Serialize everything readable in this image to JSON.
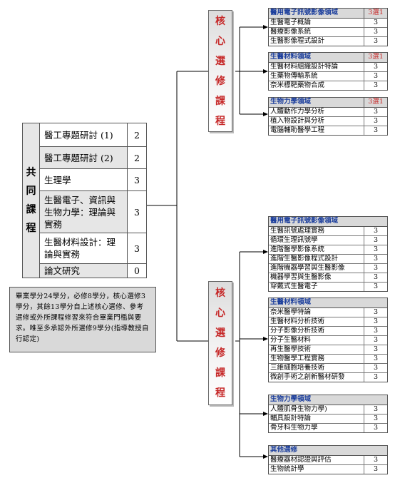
{
  "common": {
    "category": [
      "共",
      "同",
      "課",
      "程"
    ],
    "rows": [
      {
        "name": "醫工專題研討 (1)",
        "credits": "2"
      },
      {
        "name": "醫工專題研討 (2)",
        "credits": "2"
      },
      {
        "name": "生理學",
        "credits": "3"
      },
      {
        "name": "生醫電子、資訊與生物力學：理論與實務",
        "credits": "3"
      },
      {
        "name": "生醫材料設計：理論與實務",
        "credits": "3"
      },
      {
        "name": "論文研究",
        "credits": "0"
      }
    ]
  },
  "note": "畢業學分24學分，必修8學分，核心選修3學分，其餘13學分自上述核心選修、參考選修或外所課程修習來符合畢業門檻與要求。唯至多承認外所選修9學分(指導教授自行認定)",
  "core": {
    "label": [
      "核",
      "心",
      "選",
      "修",
      "課",
      "程"
    ],
    "groups": [
      {
        "title": "醫用電子訊號影像領域",
        "select": "3選1",
        "courses": [
          {
            "name": "生醫電子概論",
            "credits": "3"
          },
          {
            "name": "醫療影像系統",
            "credits": "3"
          },
          {
            "name": "生醫影像程式設計",
            "credits": "3"
          }
        ]
      },
      {
        "title": "生醫材料領域",
        "select": "3選1",
        "courses": [
          {
            "name": "生醫材料組織設計特論",
            "credits": "3"
          },
          {
            "name": "生藥物傳輸系統",
            "credits": "3"
          },
          {
            "name": "奈米標靶藥物合成",
            "credits": "3"
          }
        ]
      },
      {
        "title": "生物力學領域",
        "select": "3選1",
        "courses": [
          {
            "name": "人體動作力學分析",
            "credits": "3"
          },
          {
            "name": "植入物設計與分析",
            "credits": "3"
          },
          {
            "name": "電腦輔助醫學工程",
            "credits": "3"
          }
        ]
      }
    ]
  },
  "reference": {
    "label": [
      "核",
      "心",
      "選",
      "修",
      "課",
      "程"
    ],
    "groups": [
      {
        "title": "醫用電子訊號影像領域",
        "courses": [
          {
            "name": "生醫訊號處理實務",
            "credits": "3"
          },
          {
            "name": "循環生理訊號學",
            "credits": "3"
          },
          {
            "name": "進階醫學影像系統",
            "credits": "3"
          },
          {
            "name": "進階生醫影像程式設計",
            "credits": "3"
          },
          {
            "name": "進階機器學習與生醫影像",
            "credits": "3"
          },
          {
            "name": "機器學習與生醫影像",
            "credits": "3"
          },
          {
            "name": "穿戴式生醫電子",
            "credits": "3"
          }
        ]
      },
      {
        "title": "生醫材料領域",
        "courses": [
          {
            "name": "奈米醫學特論",
            "credits": "3"
          },
          {
            "name": "生醫材料分析技術",
            "credits": "3"
          },
          {
            "name": "分子影像分析技術",
            "credits": "3"
          },
          {
            "name": "分子生醫材料",
            "credits": "3"
          },
          {
            "name": "再生醫學技術",
            "credits": "3"
          },
          {
            "name": "生物醫學工程實務",
            "credits": "3"
          },
          {
            "name": "三維細胞培養技術",
            "credits": "3"
          },
          {
            "name": "微創手術之創新醫材研發",
            "credits": "3"
          }
        ]
      },
      {
        "title": "生物力學領域",
        "courses": [
          {
            "name": "人體肌骨生物力學)",
            "credits": "3"
          },
          {
            "name": "輔具設計特論",
            "credits": "3"
          },
          {
            "name": "骨牙科生物力學",
            "credits": "3"
          }
        ]
      },
      {
        "title": "其他選修",
        "courses": [
          {
            "name": "醫療器材認證與評估",
            "credits": "3"
          },
          {
            "name": "生物統計學",
            "credits": "3"
          }
        ]
      }
    ]
  }
}
